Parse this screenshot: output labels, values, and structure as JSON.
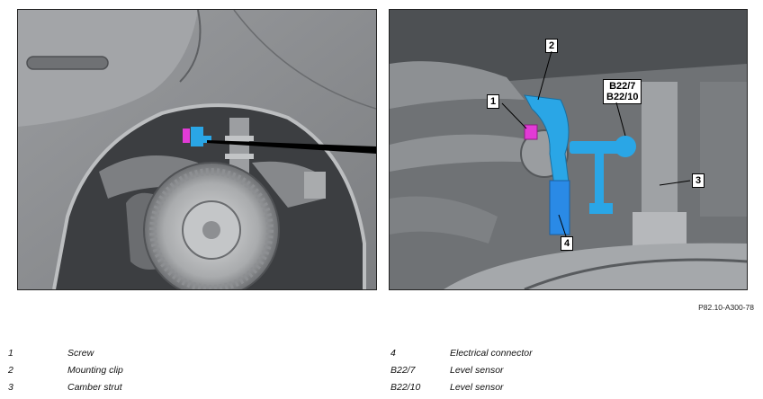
{
  "callouts": {
    "c1": "1",
    "c2": "2",
    "c3": "3",
    "c4": "4",
    "c_b22": "B22/7\nB22/10"
  },
  "figure_ref": "P82.10-A300-78",
  "legend": {
    "left": [
      {
        "code": "1",
        "desc": "Screw"
      },
      {
        "code": "2",
        "desc": "Mounting clip"
      },
      {
        "code": "3",
        "desc": "Camber strut"
      }
    ],
    "right": [
      {
        "code": "4",
        "desc": "Electrical connector"
      },
      {
        "code": "B22/7",
        "desc": "Level sensor"
      },
      {
        "code": "B22/10",
        "desc": "Level sensor"
      }
    ]
  },
  "colors": {
    "highlight_blue": "#2aa6e6",
    "highlight_magenta": "#e23bd6",
    "body_gray": "#8c8e91"
  }
}
